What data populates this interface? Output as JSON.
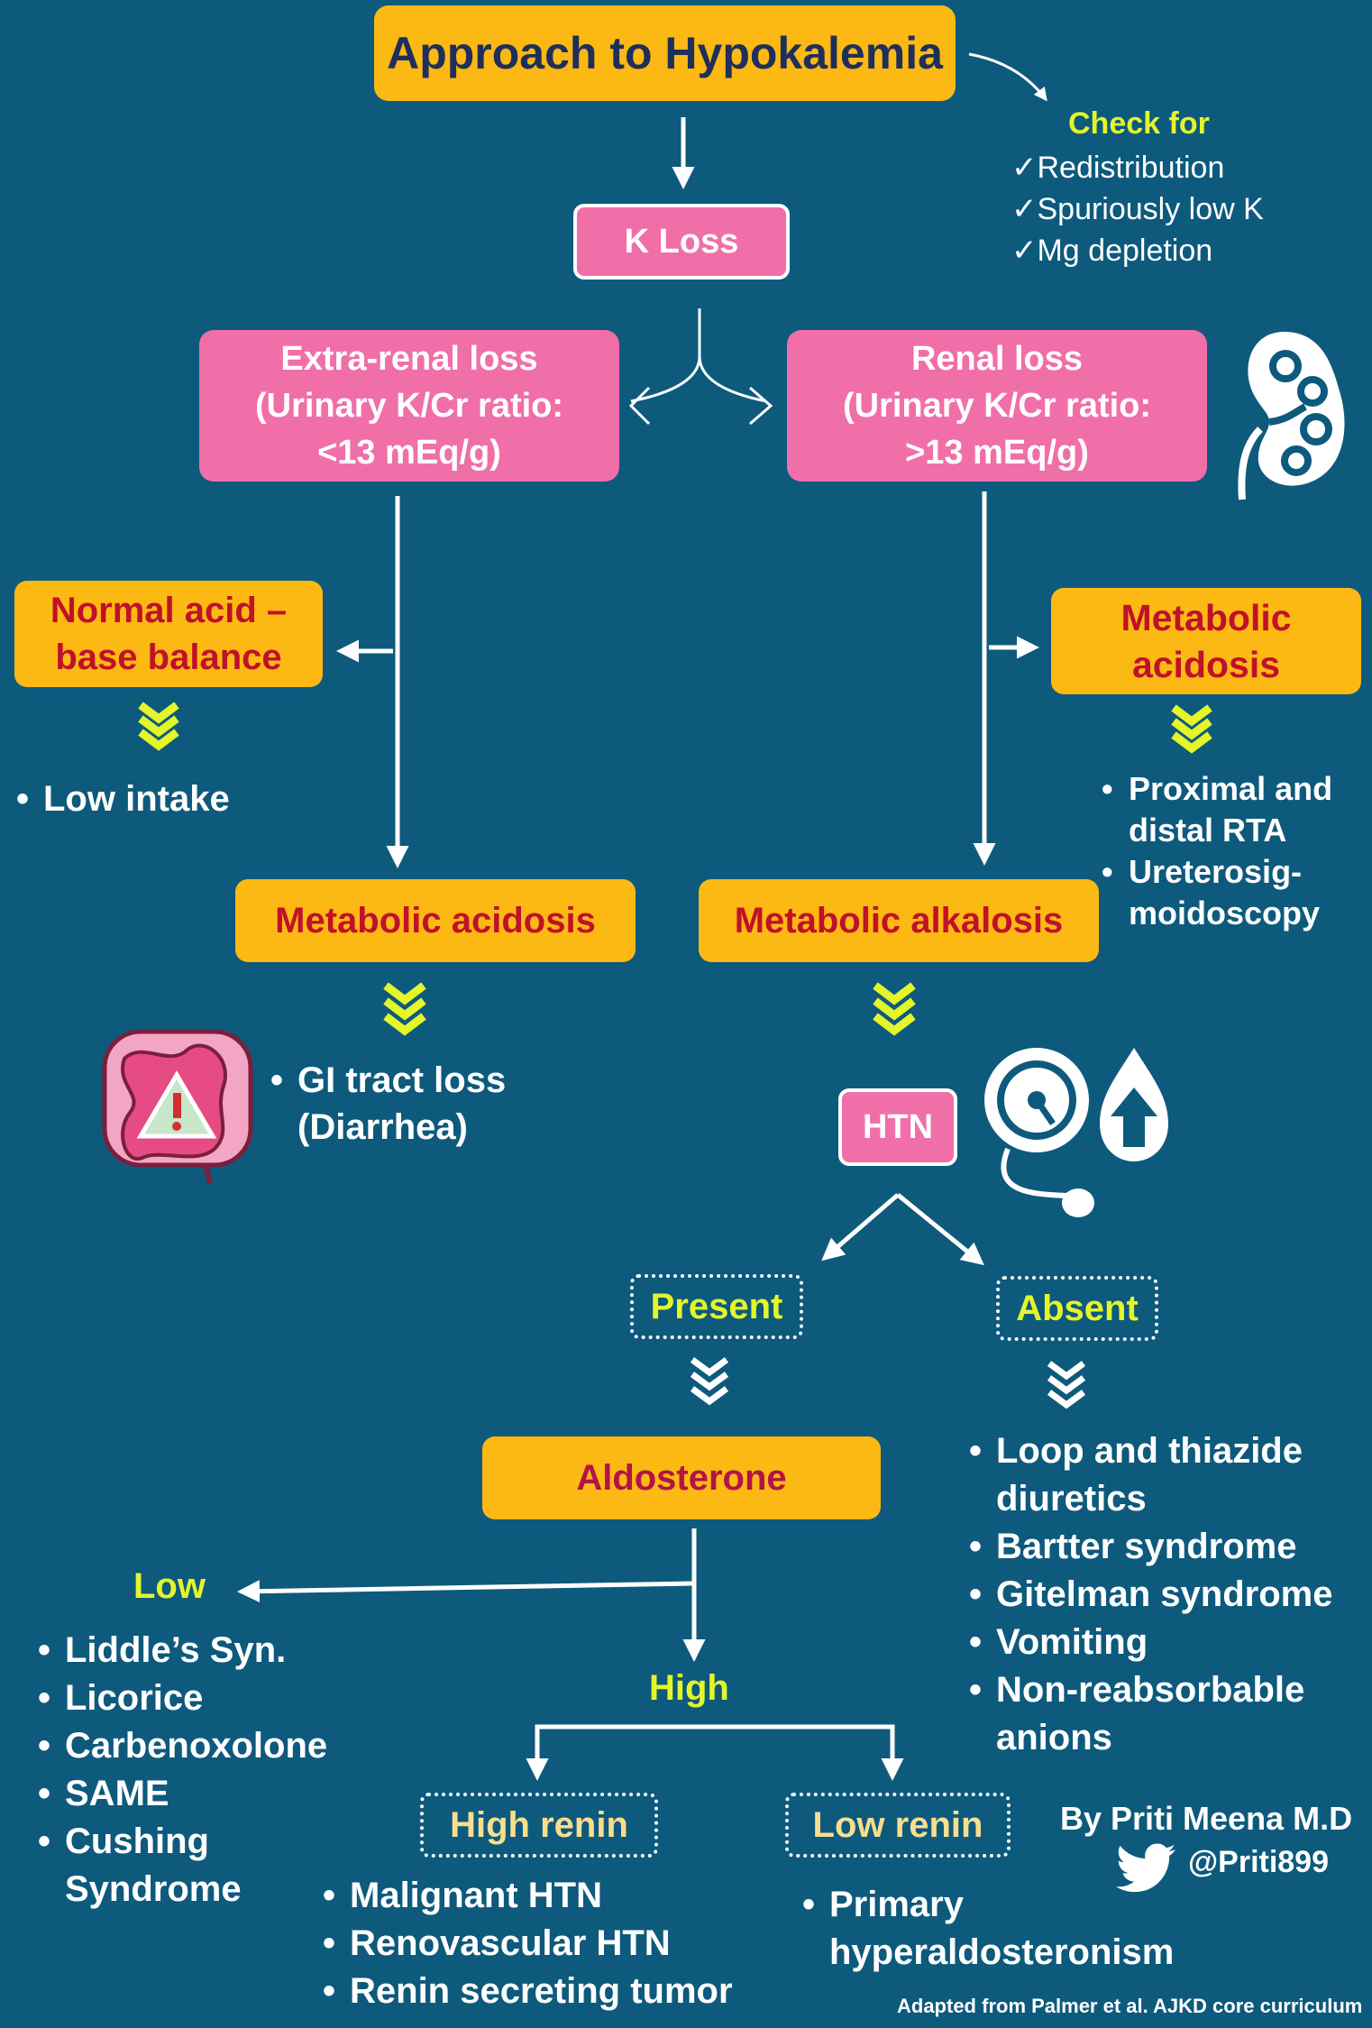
{
  "title": "Approach to Hypokalemia",
  "check": {
    "heading": "Check for",
    "items": [
      "✓Redistribution",
      "✓Spuriously low  K",
      "✓Mg depletion"
    ]
  },
  "k_loss": "K  Loss",
  "extra_renal": [
    "Extra-renal loss",
    "(Urinary K/Cr ratio:",
    "<13 mEq/g)"
  ],
  "renal": [
    "Renal loss",
    "(Urinary K/Cr ratio:",
    ">13 mEq/g)"
  ],
  "normal_ab": [
    "Normal acid –",
    "base balance"
  ],
  "low_intake": "Low intake",
  "met_acidosis_right": [
    "Metabolic",
    "acidosis"
  ],
  "rta_list": [
    "Proximal and distal RTA",
    "Ureterosig-moidoscopy"
  ],
  "met_acidosis_left": "Metabolic acidosis",
  "met_alkalosis": "Metabolic alkalosis",
  "gi_loss": [
    "GI tract loss",
    "(Diarrhea)"
  ],
  "htn": "HTN",
  "present": "Present",
  "absent": "Absent",
  "aldosterone": "Aldosterone",
  "absent_list": [
    "Loop and thiazide diuretics",
    "Bartter syndrome",
    "Gitelman syndrome",
    "Vomiting",
    "Non-reabsorbable anions"
  ],
  "low_label": "Low",
  "low_list": [
    "Liddle’s Syn.",
    "Licorice",
    "Carbenoxolone",
    "SAME",
    "Cushing Syndrome"
  ],
  "high_label": "High",
  "high_renin": "High renin",
  "low_renin": "Low renin",
  "high_renin_list": [
    "Malignant HTN",
    "Renovascular HTN",
    "Renin secreting tumor"
  ],
  "low_renin_list": [
    "Primary hyperaldosteronism"
  ],
  "author": "By Priti Meena M.D",
  "handle": "@Priti899",
  "footer": "Adapted from Palmer et al. AJKD core curriculum",
  "colors": {
    "background": "#0d5a7d",
    "orange": "#fcb813",
    "pink": "#f06fa8",
    "red_text": "#c0102a",
    "yellow_text": "#e4f52a",
    "title_text": "#1f2f5c"
  }
}
